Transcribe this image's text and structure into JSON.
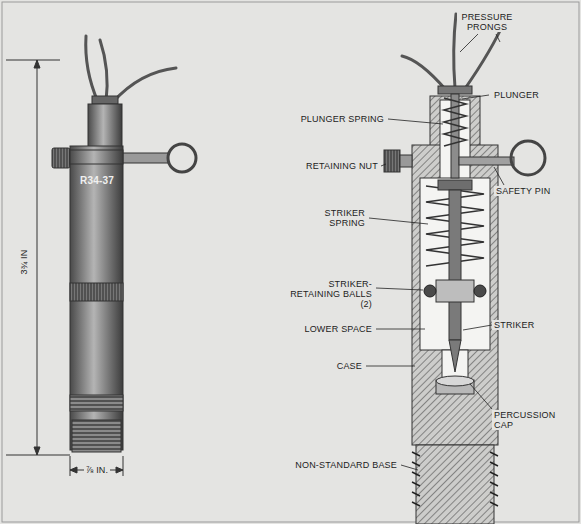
{
  "diagram": {
    "labels": [
      "PRESSURE PRONGS",
      "PLUNGER",
      "PLUNGER SPRING",
      "RETAINING NUT",
      "SAFETY PIN",
      "STRIKER SPRING",
      "STRIKER-RETAINING BALLS (2)",
      "LOWER SPACE",
      "STRIKER",
      "CASE",
      "PERCUSSION CAP",
      "NON-STANDARD BASE",
      "R34-37",
      "3¾ IN",
      "⅞ IN."
    ]
  }
}
